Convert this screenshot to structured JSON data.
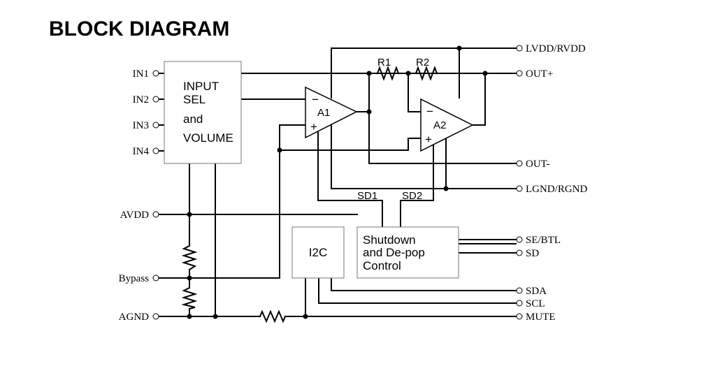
{
  "title": "BLOCK DIAGRAM",
  "blocks": {
    "input_sel": [
      "INPUT",
      "SEL",
      "and",
      "VOLUME"
    ],
    "i2c": "I2C",
    "shutdown": [
      "Shutdown",
      "and De-pop",
      "Control"
    ]
  },
  "amplifiers": {
    "a1": "A1",
    "a2": "A2",
    "minus": "−",
    "plus": "+"
  },
  "resistors": {
    "r1": "R1",
    "r2": "R2"
  },
  "signals": {
    "sd1": "SD1",
    "sd2": "SD2"
  },
  "pins_left": {
    "in1": "IN1",
    "in2": "IN2",
    "in3": "IN3",
    "in4": "IN4",
    "avdd": "AVDD",
    "bypass": "Bypass",
    "agnd": "AGND"
  },
  "pins_right": {
    "lvdd_rvdd": "LVDD/RVDD",
    "out_plus": "OUT+",
    "out_minus": "OUT-",
    "lgnd_rgnd": "LGND/RGND",
    "se_btl": "SE/BTL",
    "sd": "SD",
    "sda": "SDA",
    "scl": "SCL",
    "mute": "MUTE"
  }
}
